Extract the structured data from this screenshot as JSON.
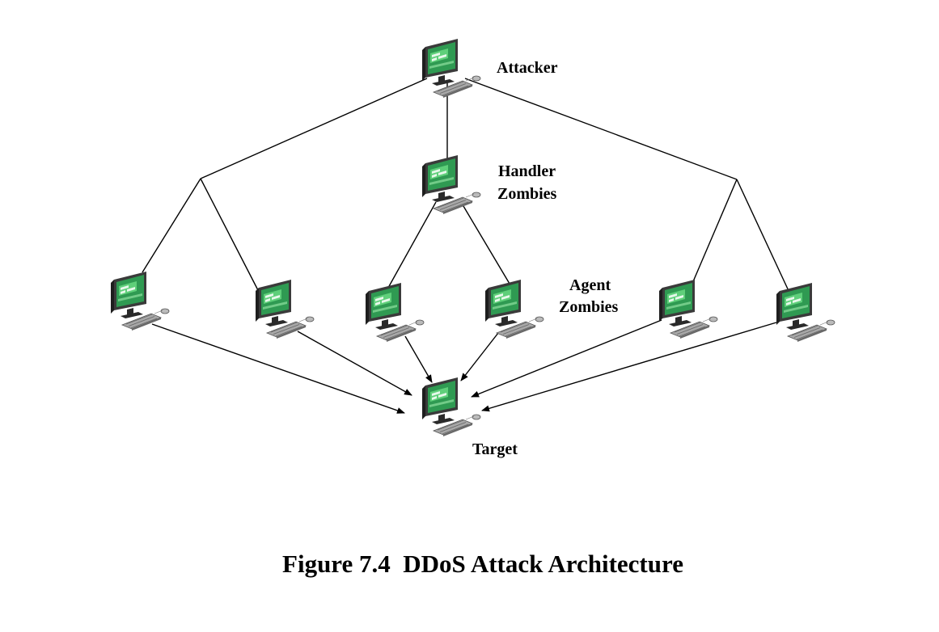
{
  "diagram": {
    "labels": {
      "attacker": "Attacker",
      "handler_line1": "Handler",
      "handler_line2": "Zombies",
      "agent_line1": "Agent",
      "agent_line2": "Zombies",
      "target": "Target"
    },
    "caption": "Figure 7.4  DDoS Attack Architecture",
    "node_icon": "desktop-computer-icon",
    "colors": {
      "screen": "#2f9a52",
      "screen_highlight": "#5fcf7a",
      "monitor_frame": "#3a3a3a",
      "keyboard": "#9a9a9a",
      "lines": "#000000"
    }
  }
}
